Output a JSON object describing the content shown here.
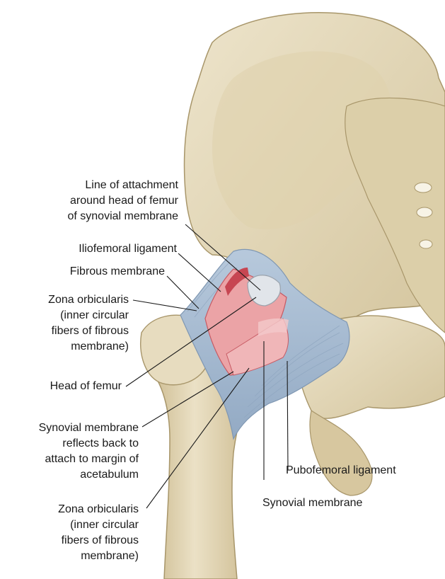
{
  "labels": {
    "line_of_attachment": [
      "Line of attachment",
      "around head of femur",
      "of synovial membrane"
    ],
    "iliofemoral": "Iliofemoral ligament",
    "fibrous_membrane": "Fibrous membrane",
    "zona_upper": [
      "Zona orbicularis",
      "(inner circular",
      "fibers of fibrous",
      "membrane)"
    ],
    "head_of_femur": "Head of femur",
    "synovial_reflects": [
      "Synovial membrane",
      "reflects back to",
      "attach to margin of",
      "acetabulum"
    ],
    "zona_lower": [
      "Zona orbicularis",
      "(inner circular",
      "fibers of fibrous",
      "membrane)"
    ],
    "pubofemoral": "Pubofemoral ligament",
    "synovial_membrane": "Synovial membrane"
  },
  "colors": {
    "bone": "#e7dcbf",
    "bone_shadow": "#c9b98e",
    "bone_outline": "#a8966a",
    "ligament_blue": "#a9bed3",
    "ligament_blue_dark": "#7f97b2",
    "capsule_pink": "#eba3a6",
    "capsule_red": "#d9606a",
    "synovial_grey": "#d9dde2",
    "leader": "#1a1a1a"
  }
}
